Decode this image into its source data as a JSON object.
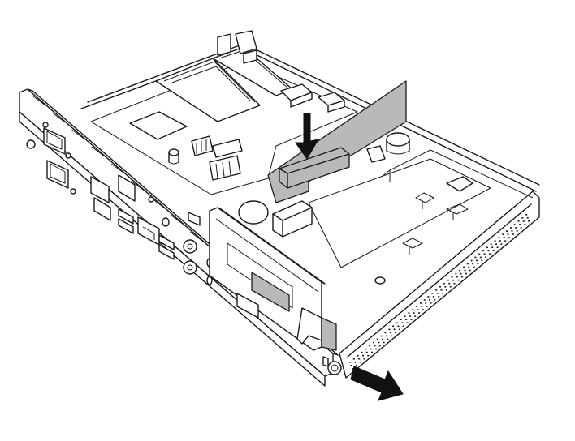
{
  "figure": {
    "subject": "chassis-expansion-card-installation",
    "colors": {
      "line": "#1a1a1a",
      "highlight": "#b9b9b9",
      "background": "#ffffff",
      "arrow": "#111111"
    },
    "arrows": [
      {
        "name": "insert-card-arrow",
        "direction": "down"
      },
      {
        "name": "pull-bracket-arrow",
        "direction": "down-right"
      }
    ]
  }
}
